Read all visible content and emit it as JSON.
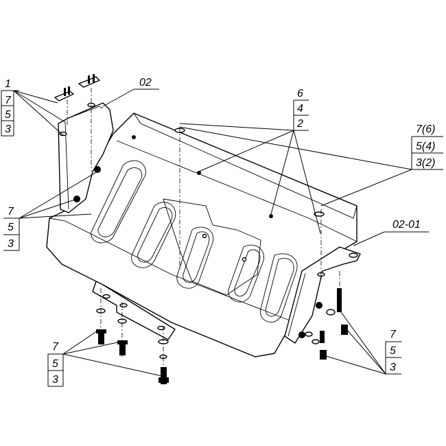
{
  "callouts": {
    "top_left": [
      "1",
      "7",
      "5",
      "3"
    ],
    "bracket_left": "02",
    "top_center": [
      "6",
      "4",
      "2"
    ],
    "right_top": [
      "7(6)",
      "5(4)",
      "3(2)"
    ],
    "mid_left": [
      "7",
      "5",
      "3"
    ],
    "bracket_right": "02-01",
    "bottom_left": [
      "7",
      "5",
      "3"
    ],
    "bottom_right": [
      "7",
      "5",
      "3"
    ]
  }
}
